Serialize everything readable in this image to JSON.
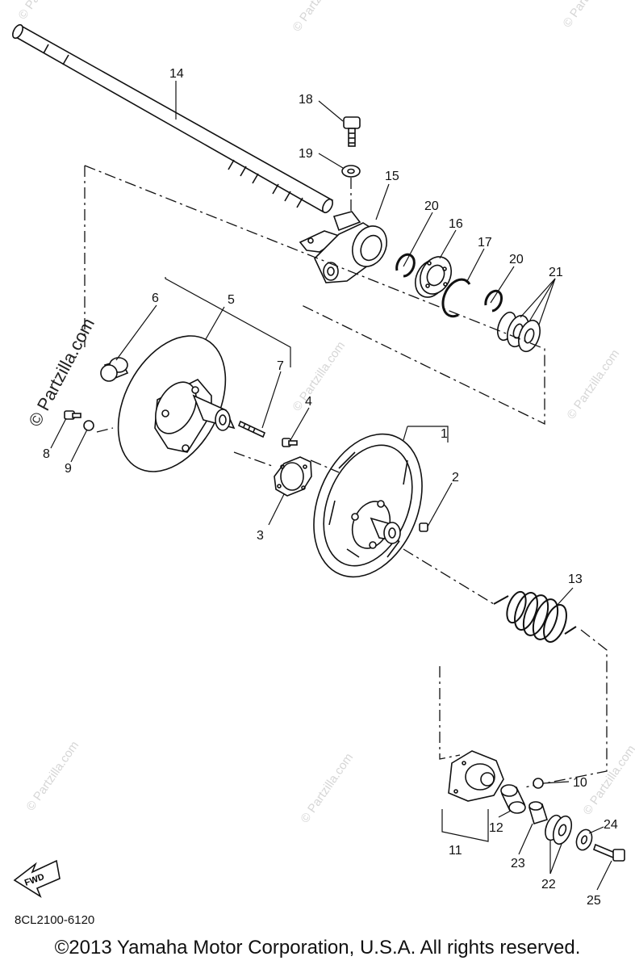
{
  "watermark": "© Partzilla.com",
  "diagram_code": "8CL2100-6120",
  "copyright": "©2013 Yamaha Motor Corporation, U.S.A. All rights reserved.",
  "fwd_label": "FWD",
  "callouts": {
    "c1": "1",
    "c2": "2",
    "c3": "3",
    "c4": "4",
    "c5": "5",
    "c6": "6",
    "c7": "7",
    "c8": "8",
    "c9": "9",
    "c10": "10",
    "c11": "11",
    "c12": "12",
    "c13": "13",
    "c14": "14",
    "c15": "15",
    "c16": "16",
    "c17": "17",
    "c18": "18",
    "c19": "19",
    "c20a": "20",
    "c20b": "20",
    "c21": "21",
    "c22": "22",
    "c23": "23",
    "c24": "24",
    "c25": "25"
  }
}
